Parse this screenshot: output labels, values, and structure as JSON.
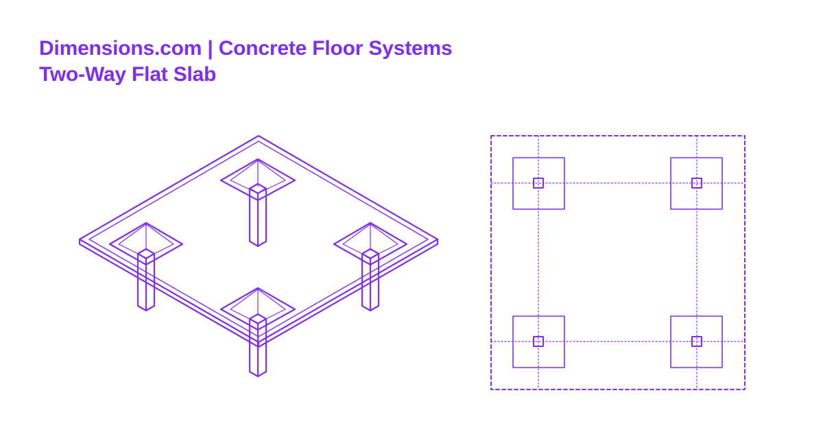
{
  "header": {
    "title": "Dimensions.com | Concrete Floor Systems",
    "subtitle": "Two-Way Flat Slab"
  },
  "colors": {
    "accent": "#7f2df0",
    "background": "#ffffff"
  },
  "drawings": {
    "isometric": "isometric-view",
    "plan": "plan-view"
  }
}
